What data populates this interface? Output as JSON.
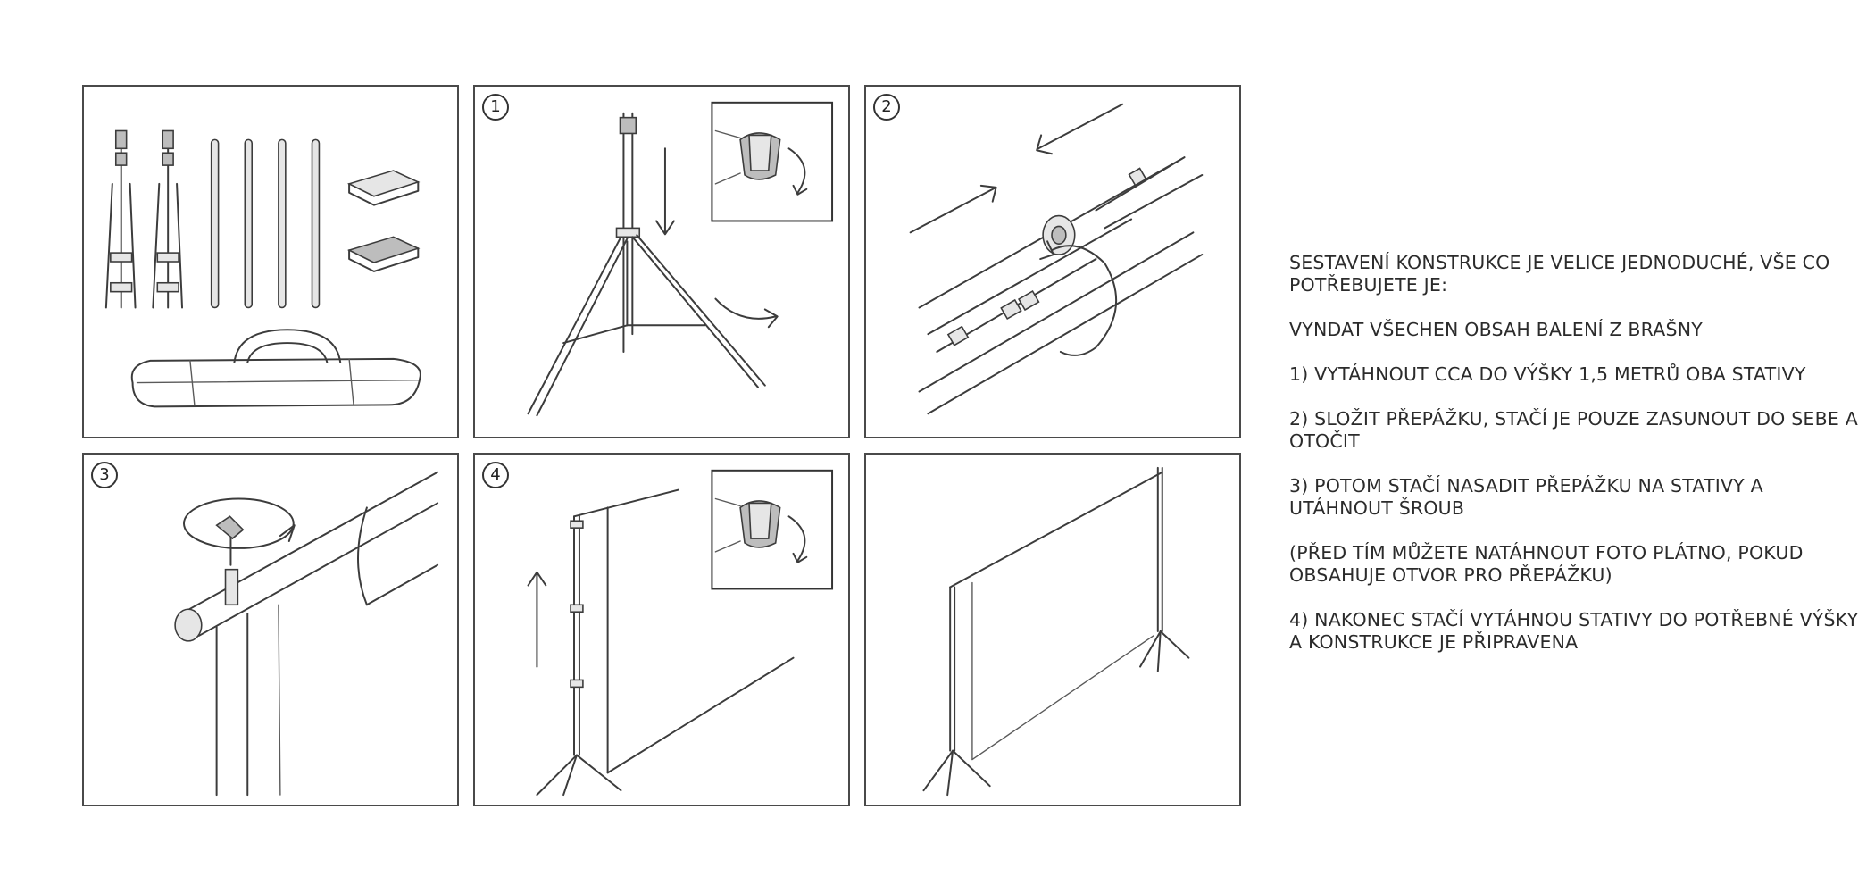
{
  "steps": [
    {
      "number": ""
    },
    {
      "number": "1"
    },
    {
      "number": "2"
    },
    {
      "number": "3"
    },
    {
      "number": "4"
    },
    {
      "number": ""
    }
  ],
  "instructions": {
    "intro": "SESTAVENÍ KONSTRUKCE JE VELICE JEDNODUCHÉ, VŠE CO POTŘEBUJETE JE:",
    "unpack": "VYNDAT VŠECHEN OBSAH BALENÍ Z BRAŠNY",
    "step1": "1) VYTÁHNOUT CCA DO VÝŠKY 1,5 METRŮ OBA STATIVY",
    "step2": "2) SLOŽIT PŘEPÁŽKU, STAČÍ JE POUZE ZASUNOUT DO SEBE A OTOČIT",
    "step3": "3) POTOM STAČÍ NASADIT PŘEPÁŽKU NA STATIVY A UTÁHNOUT ŠROUB",
    "note": "(PŘED TÍM MŮŽETE NATÁHNOUT FOTO PLÁTNO, POKUD OBSAHUJE OTVOR PRO PŘEPÁŽKU)",
    "step4": "4) NAKONEC STAČÍ VYTÁHNOU STATIVY DO POTŘEBNÉ VÝŠKY A KONSTRUKCE JE PŘIPRAVENA"
  }
}
